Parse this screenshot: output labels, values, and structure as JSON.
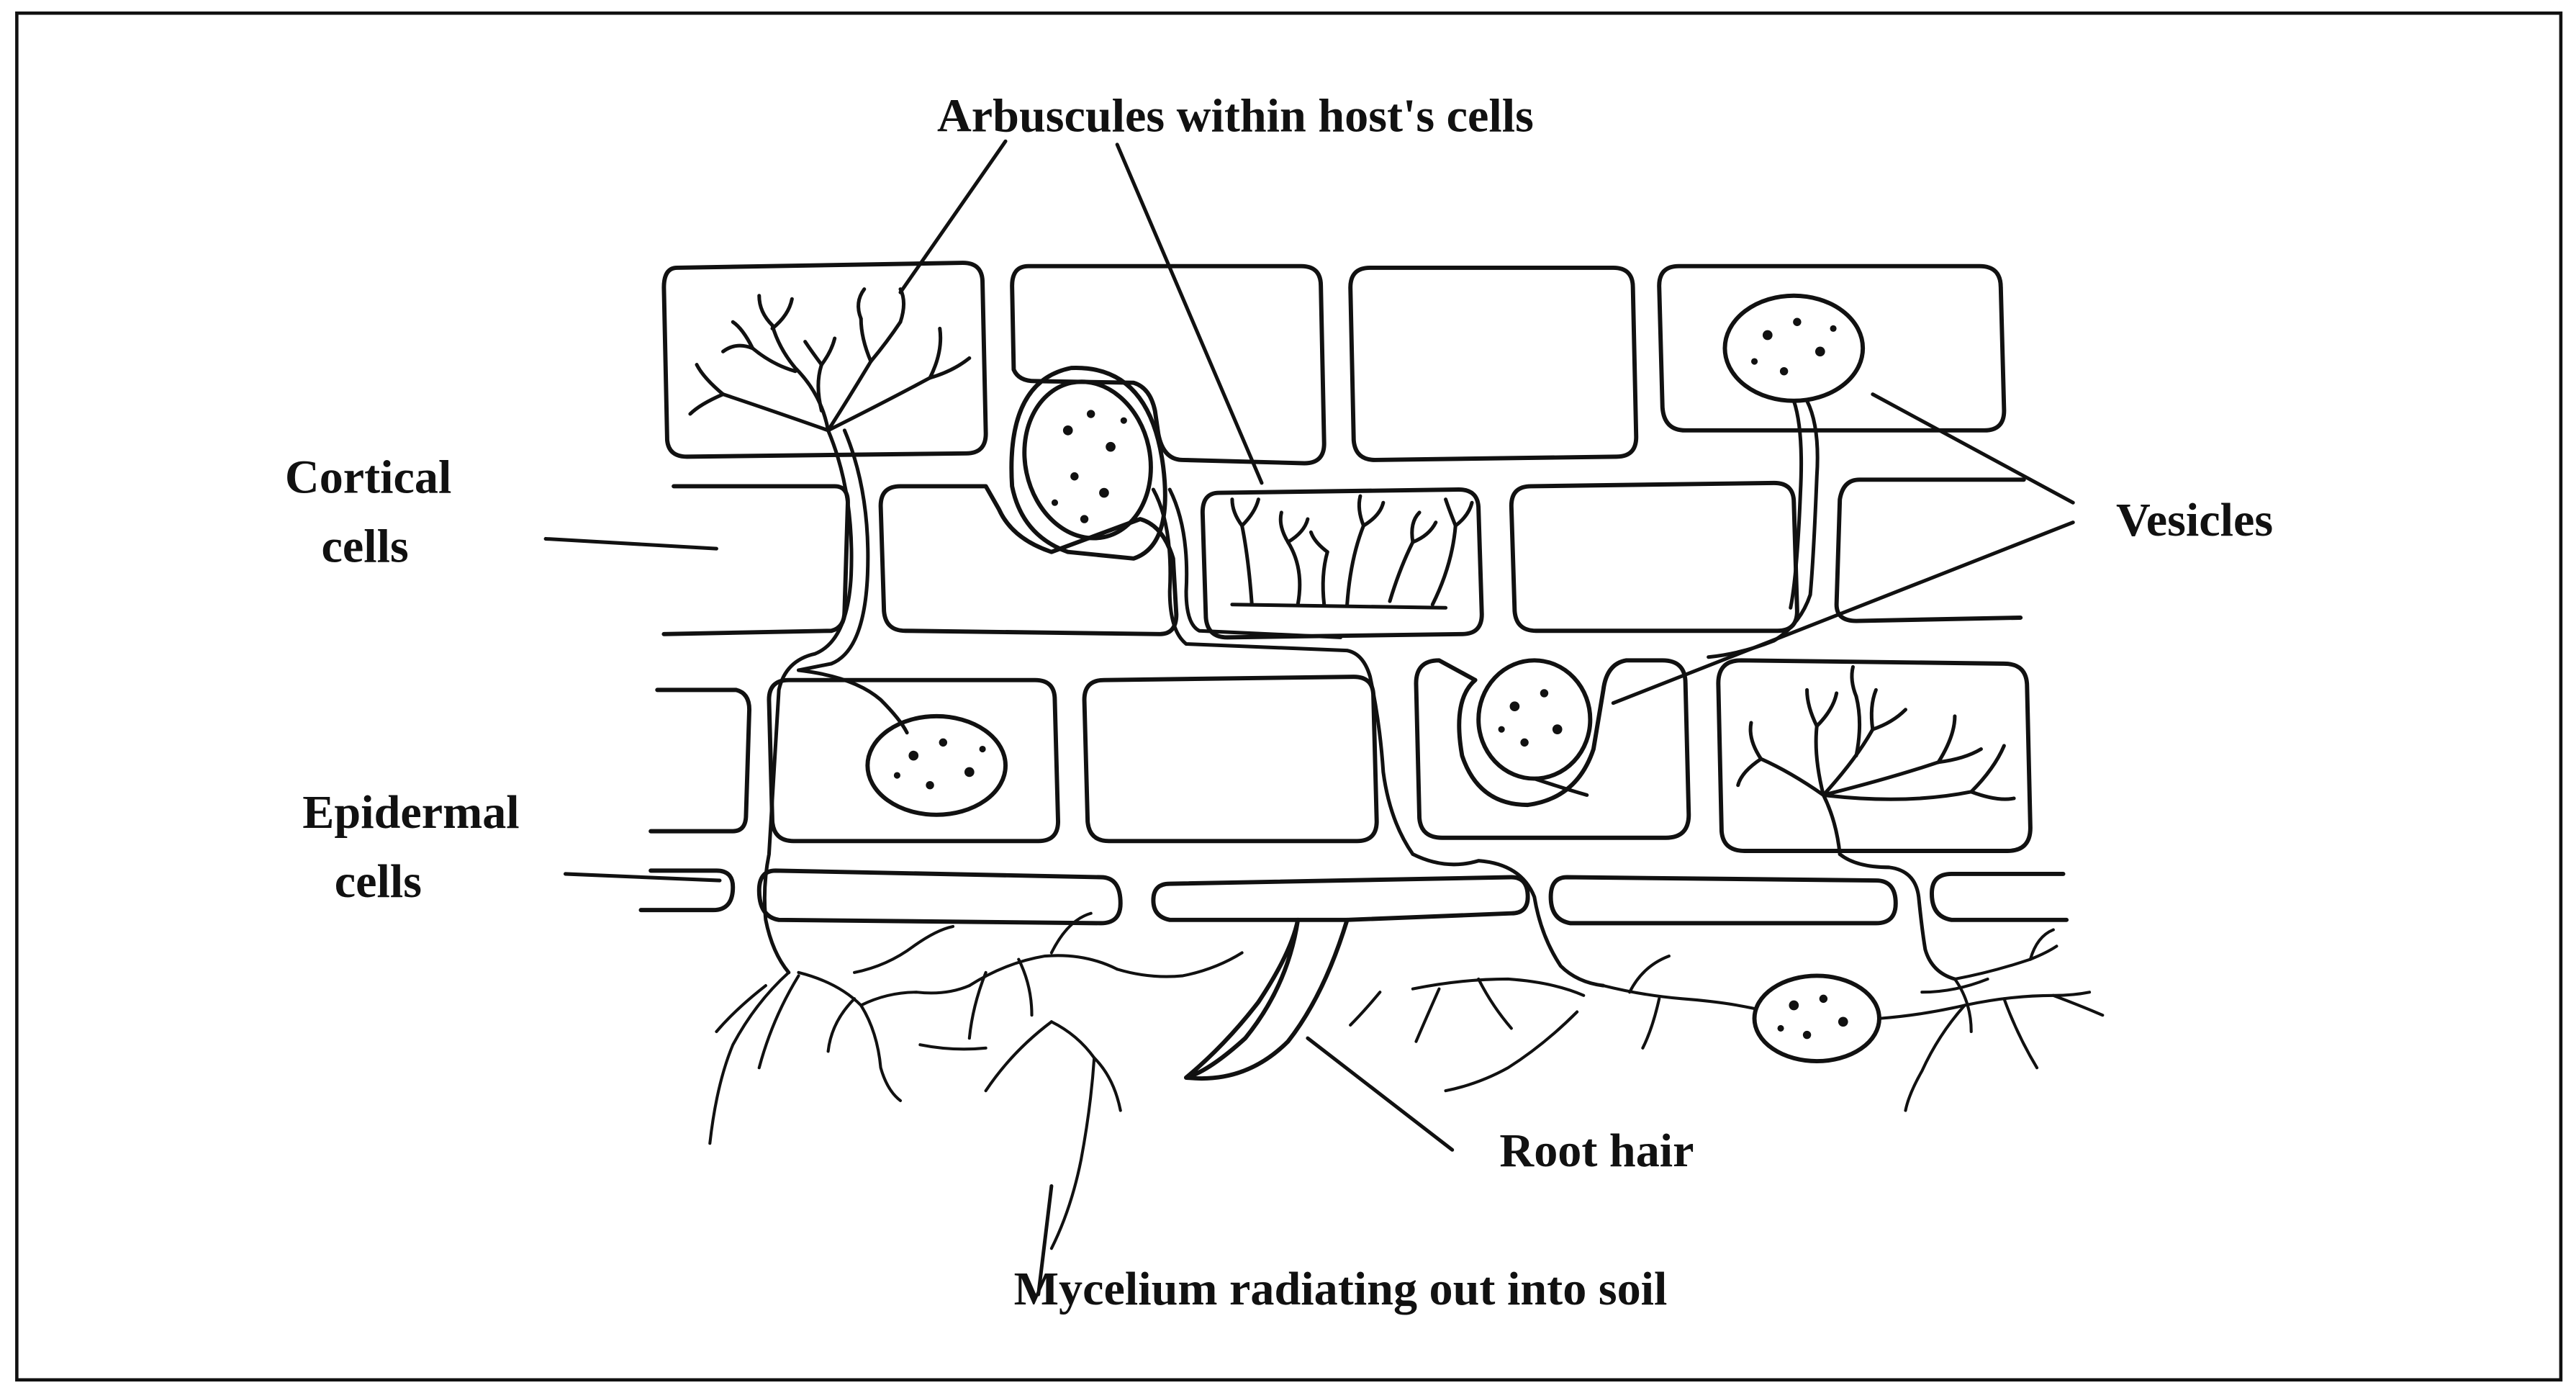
{
  "colors": {
    "ink": "#111111",
    "background": "#ffffff"
  },
  "labels": {
    "arbuscules": "Arbuscules within host's cells",
    "cortical_line1": "Cortical",
    "cortical_line2": "cells",
    "vesicles": "Vesicles",
    "epidermal_line1": "Epidermal",
    "epidermal_line2": "cells",
    "root_hair": "Root hair",
    "mycelium": "Mycelium radiating out into soil"
  }
}
